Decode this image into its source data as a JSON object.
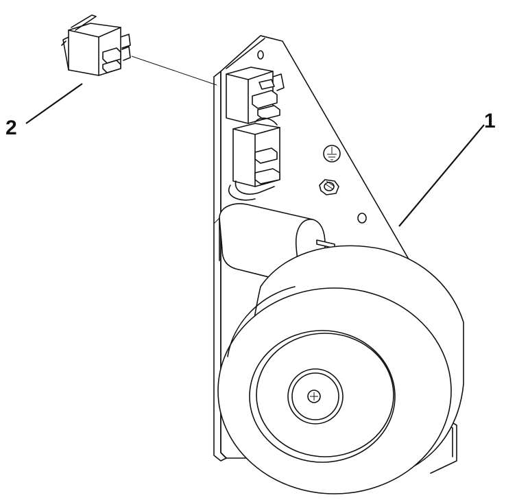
{
  "callouts": [
    {
      "id": "1",
      "label": "1",
      "part": "bracket-assembly"
    },
    {
      "id": "2",
      "label": "2",
      "part": "rocker-switch"
    }
  ]
}
